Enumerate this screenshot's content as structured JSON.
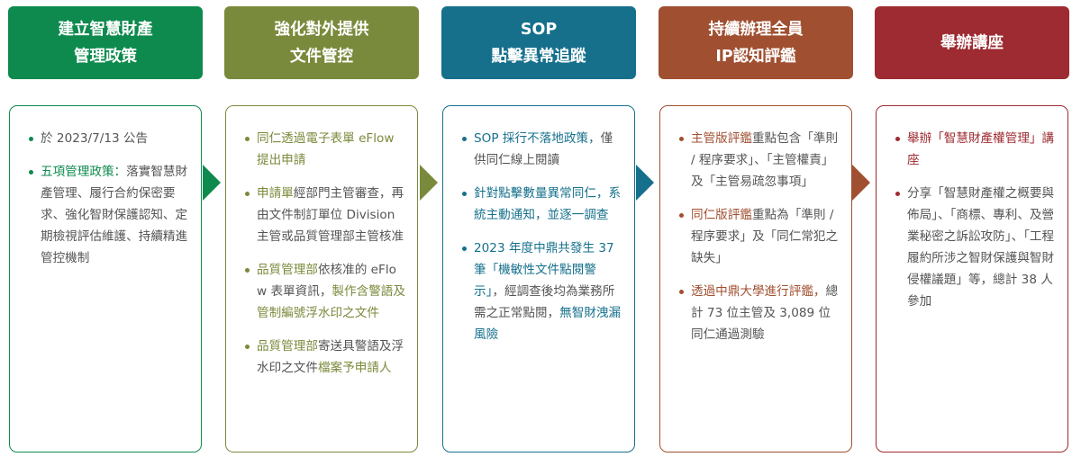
{
  "colors": {
    "green": "#0e8a4e",
    "olive": "#7a8a3c",
    "teal": "#16708c",
    "brown": "#a04f30",
    "maroon": "#9d2b31",
    "body_text": "#555555"
  },
  "columns": [
    {
      "header": [
        "建立智慧財產",
        "管理政策"
      ],
      "items": [
        [
          {
            "text": "於 2023/7/13 公告",
            "hl": false
          }
        ],
        [
          {
            "text": "五項管理政策：",
            "hl": true
          },
          {
            "text": "落實智慧財產管理、履行合約保密要求、強化智財保護認知、定期檢視評估維護、持續精進管控機制",
            "hl": false
          }
        ]
      ]
    },
    {
      "header": [
        "強化對外提供",
        "文件管控"
      ],
      "items": [
        [
          {
            "text": "同仁透過電子表單 eFlow 提出申請",
            "hl": true
          }
        ],
        [
          {
            "text": "申請單",
            "hl": true
          },
          {
            "text": "經部門主管審查，再由文件制訂單位 Division 主管或品質管理部主管核准",
            "hl": false
          }
        ],
        [
          {
            "text": "品質管理部",
            "hl": true
          },
          {
            "text": "依核准的 eFlow 表單資訊，",
            "hl": false
          },
          {
            "text": "製作含警語及管制編號浮水印之文件",
            "hl": true
          }
        ],
        [
          {
            "text": "品質管理部",
            "hl": true
          },
          {
            "text": "寄送具警語及浮水印之文件",
            "hl": false
          },
          {
            "text": "檔案予申請人",
            "hl": true
          }
        ]
      ]
    },
    {
      "header": [
        "SOP",
        "點擊異常追蹤"
      ],
      "items": [
        [
          {
            "text": "SOP 採行不落地政策，",
            "hl": true
          },
          {
            "text": "僅供同仁線上閱讀",
            "hl": false
          }
        ],
        [
          {
            "text": "針對點擊數量異常同仁，系統主動通知，並逐一調查",
            "hl": true
          }
        ],
        [
          {
            "text": "2023 年度中鼎共發生 37 筆「機敏性文件點閱警示」",
            "hl": true
          },
          {
            "text": "，經調查後均為業務所需之正常點閱，",
            "hl": false
          },
          {
            "text": "無智財洩漏風險",
            "hl": true
          }
        ]
      ]
    },
    {
      "header": [
        "持續辦理全員",
        "IP認知評鑑"
      ],
      "items": [
        [
          {
            "text": "主管版評鑑",
            "hl": true
          },
          {
            "text": "重點包含「準則 / 程序要求」、「主管權責」及「主管易疏忽事項」",
            "hl": false
          }
        ],
        [
          {
            "text": "同仁版評鑑",
            "hl": true
          },
          {
            "text": "重點為「準則 / 程序要求」及「同仁常犯之缺失」",
            "hl": false
          }
        ],
        [
          {
            "text": "透過中鼎大學進行評鑑，",
            "hl": true
          },
          {
            "text": "總計 73 位主管及 3,089 位同仁通過測驗",
            "hl": false
          }
        ]
      ]
    },
    {
      "header": [
        "舉辦講座"
      ],
      "items": [
        [
          {
            "text": "舉辦「智慧財產權管理」講座",
            "hl": true
          }
        ],
        [
          {
            "text": "分享「智慧財產權之概要與佈局」、「商標、專利、及營業秘密之訴訟攻防」、「工程履約所涉之智財保護與智財侵權議題」等，總計 38 人參加",
            "hl": false
          }
        ]
      ]
    }
  ]
}
